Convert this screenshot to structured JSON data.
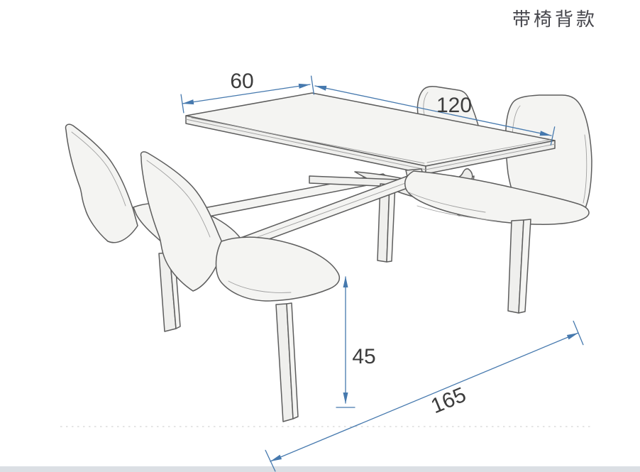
{
  "title": {
    "text": "带椅背款"
  },
  "drawing": {
    "subject": "four-seat canteen table with attached backrest chairs",
    "style": "pencil-sketch isometric line drawing"
  },
  "dimensions": {
    "table_top_width": {
      "value": "60"
    },
    "table_top_length": {
      "value": "120"
    },
    "seat_height": {
      "value": "45"
    },
    "overall_length": {
      "value": "165"
    }
  },
  "colors": {
    "dimension_blue": "#4679ae",
    "label_dark": "#3c3c3c",
    "sketch_stroke": "#5d5d5d",
    "sketch_fill": "#f4f4f2",
    "footer_bar": "#dbdfe4",
    "title_color": "#46464c",
    "background": "#ffffff"
  }
}
